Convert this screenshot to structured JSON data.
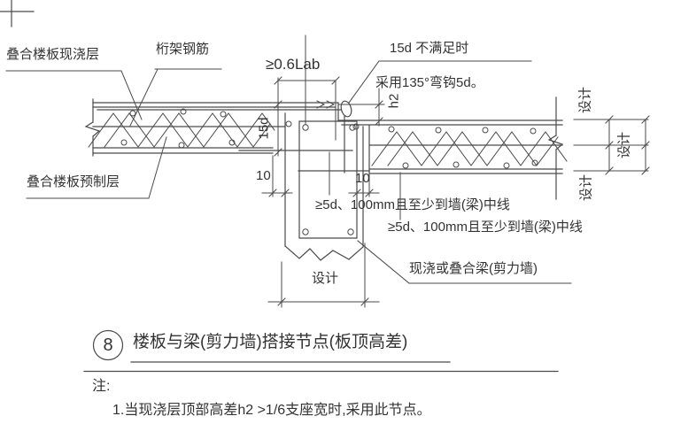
{
  "drawing": {
    "callouts": {
      "cast_layer": "叠合楼板现浇层",
      "truss_rebar": "桁架钢筋",
      "precast_layer": "叠合楼板预制层",
      "beam": "现浇或叠合梁(剪力墙)",
      "hook_note_line1": "15d 不满足时",
      "hook_note_line2": "采用135°弯钩5d。",
      "anchor_note_top": "≥5d、100mm且至少到墙(梁)中线",
      "anchor_note_bottom": "≥5d、100mm且至少到墙(梁)中线"
    },
    "dimensions": {
      "lap_length": "≥0.6Lab",
      "hook_vertical": "15d",
      "height_diff": "h2",
      "gap_left": "10",
      "gap_right": "10",
      "beam_width_label": "设计",
      "right_top_label": "设计",
      "right_middle_label": "设计",
      "right_bottom_label": "设计"
    }
  },
  "title": {
    "number": "8",
    "text": "楼板与梁(剪力墙)搭接节点(板顶高差)"
  },
  "notes": {
    "header": "注:",
    "items": [
      "1.当现浇层顶部高差h2 >1/6支座宽时,采用此节点。"
    ]
  },
  "colors": {
    "line": "#4a4a4a",
    "text": "#333333",
    "background": "#ffffff"
  }
}
